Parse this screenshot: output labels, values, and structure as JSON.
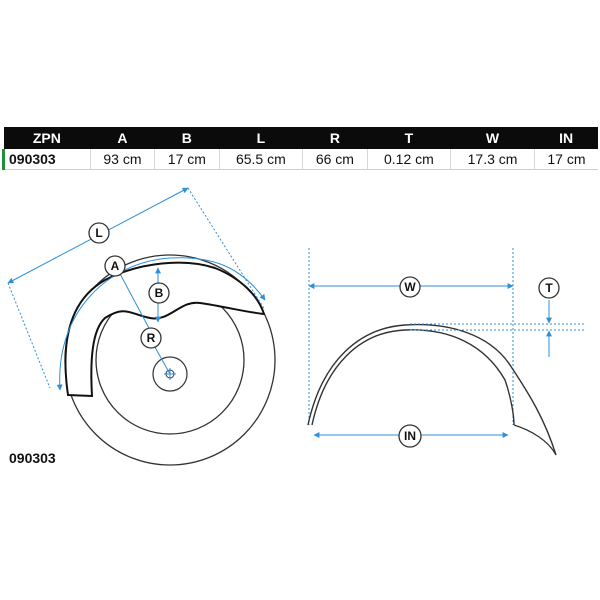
{
  "table": {
    "headers": [
      "ZPN",
      "A",
      "B",
      "L",
      "R",
      "T",
      "W",
      "IN"
    ],
    "row": [
      "090303",
      "93 cm",
      "17 cm",
      "65.5 cm",
      "66 cm",
      "0.12 cm",
      "17.3 cm",
      "17 cm"
    ]
  },
  "part_number": "090303",
  "labels": {
    "L": "L",
    "A": "A",
    "B": "B",
    "R": "R",
    "W": "W",
    "T": "T",
    "IN": "IN"
  },
  "colors": {
    "header_bg": "#0b0b0b",
    "dimension": "#2f8fd8",
    "accent": "#1e8f3a"
  }
}
